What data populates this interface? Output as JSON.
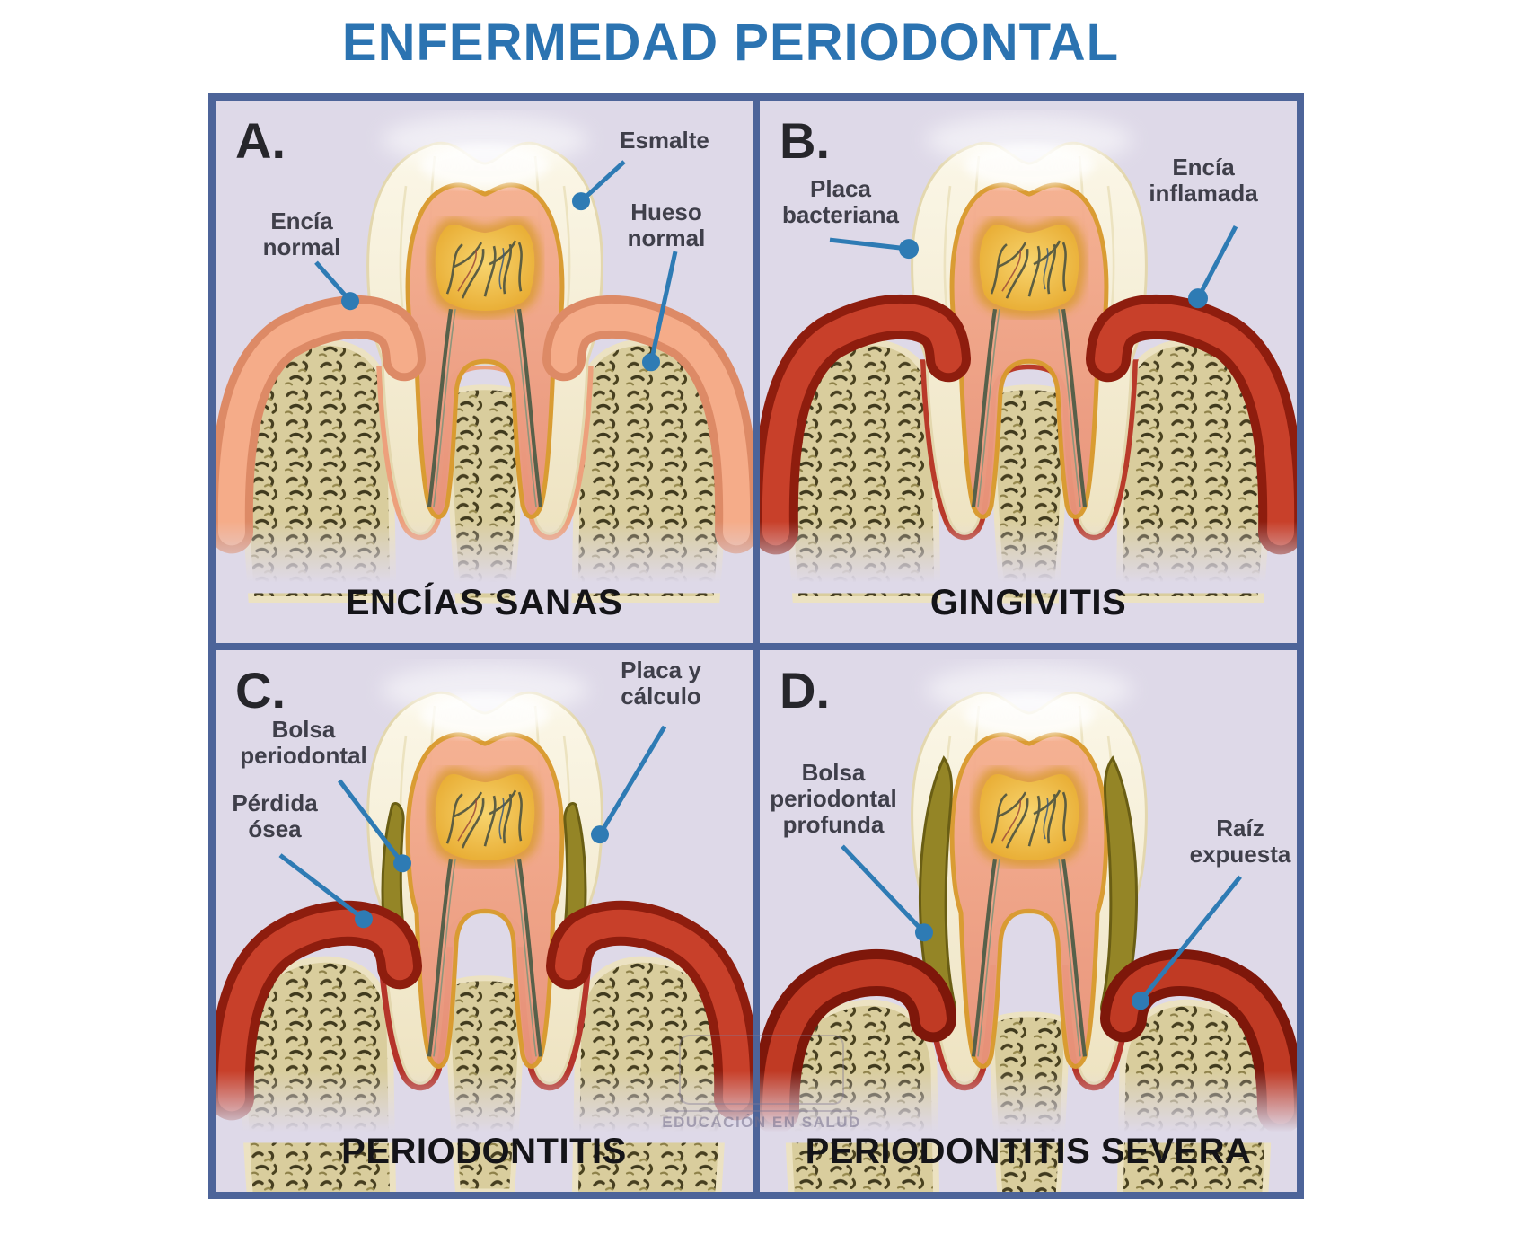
{
  "title": "ENFERMEDAD PERIODONTAL",
  "watermark": {
    "text": "EDUCACIÓN EN SALUD"
  },
  "colors": {
    "title_blue": "#2b73b1",
    "panel_background": "#ded9e8",
    "frame_border": "#4d6499",
    "leader_line_blue": "#2e7bb4",
    "healthy_gum": "#f2a380",
    "inflamed_gum": "#b02c18",
    "bone": "#d9cd9d",
    "enamel": "#f7f1da",
    "dentin": "#efa287",
    "pulp": "#eebc45",
    "calculus": "#948526"
  },
  "panels": [
    {
      "letter": "A.",
      "caption": "ENCÍAS SANAS",
      "labels": [
        {
          "text": "Encía\nnormal"
        },
        {
          "text": "Esmalte"
        },
        {
          "text": "Hueso\nnormal"
        }
      ]
    },
    {
      "letter": "B.",
      "caption": "GINGIVITIS",
      "labels": [
        {
          "text": "Placa\nbacteriana"
        },
        {
          "text": "Encía\ninflamada"
        }
      ]
    },
    {
      "letter": "C.",
      "caption": "PERIODONTITIS",
      "labels": [
        {
          "text": "Bolsa\nperiodontal"
        },
        {
          "text": "Pérdida\nósea"
        },
        {
          "text": "Placa y\ncálculo"
        }
      ]
    },
    {
      "letter": "D.",
      "caption": "PERIODONTITIS SEVERA",
      "labels": [
        {
          "text": "Bolsa\nperiodontal\nprofunda"
        },
        {
          "text": "Raíz\nexpuesta"
        }
      ]
    }
  ]
}
